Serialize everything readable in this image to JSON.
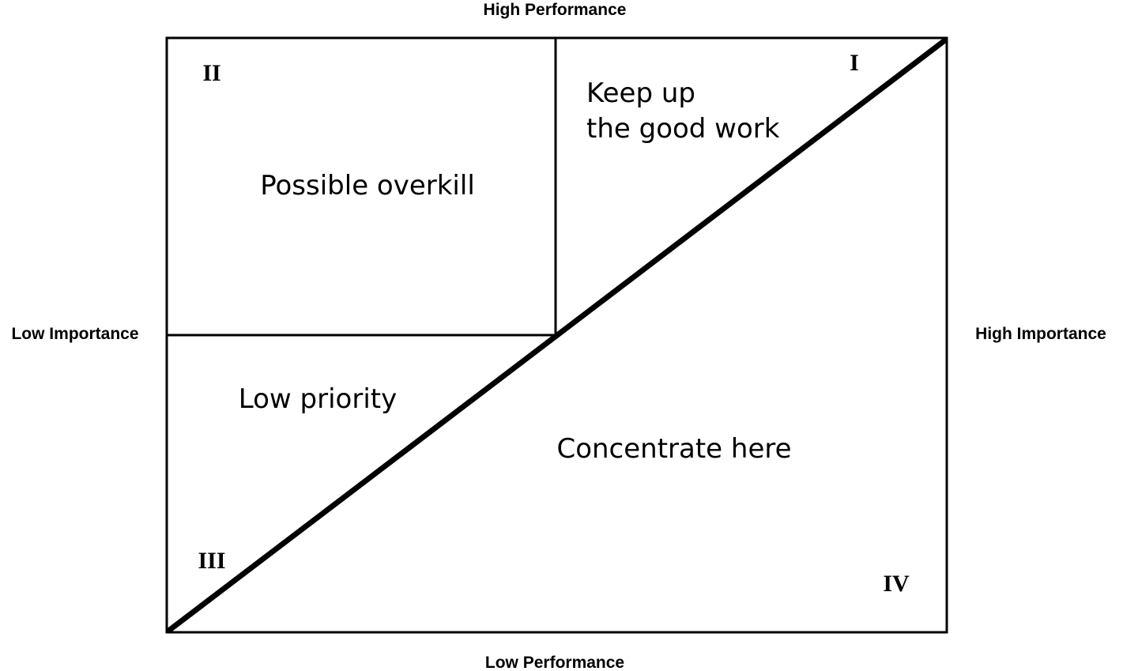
{
  "axes": {
    "top": "High Performance",
    "bottom": "Low Performance",
    "left": "Low Importance",
    "right": "High Importance"
  },
  "quadrants": {
    "I": {
      "numeral": "I",
      "label_line1": "Keep up",
      "label_line2": "the good work"
    },
    "II": {
      "numeral": "II",
      "label": "Possible overkill"
    },
    "III": {
      "numeral": "III",
      "label": "Low priority"
    },
    "IV": {
      "numeral": "IV",
      "label": "Concentrate here"
    }
  },
  "colors": {
    "line": "#000000",
    "background": "#ffffff",
    "text": "#000000"
  }
}
